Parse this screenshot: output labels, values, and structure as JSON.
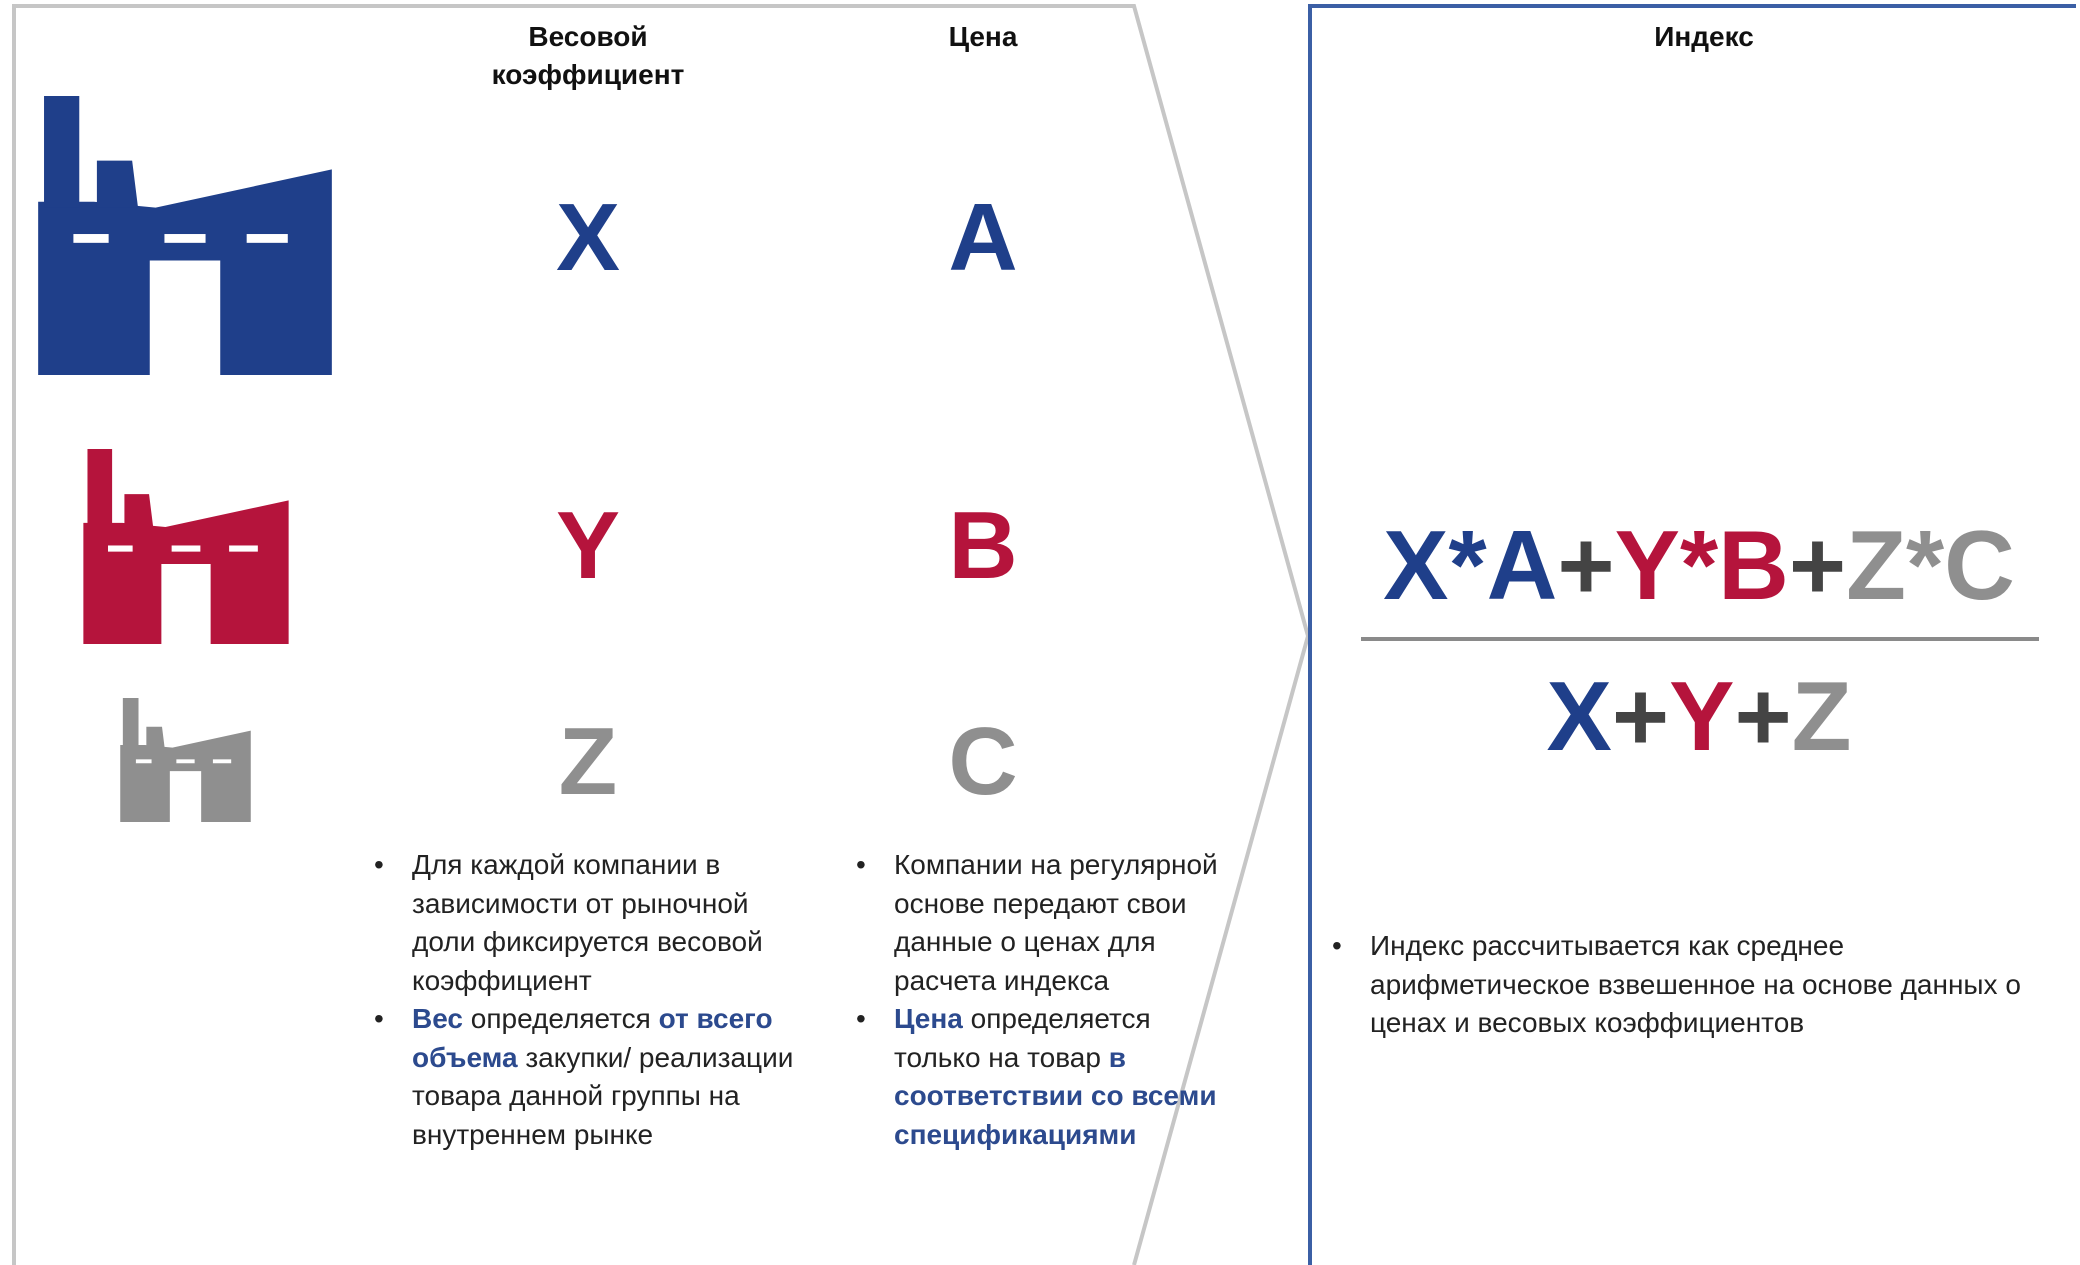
{
  "columns": {
    "weight_header": "Весовой коэффициент",
    "price_header": "Цена",
    "index_header": "Индекс"
  },
  "rows": [
    {
      "weight": "X",
      "price": "A",
      "color": "#1f3f8a",
      "icon": "factory-icon"
    },
    {
      "weight": "Y",
      "price": "B",
      "color": "#b5143c",
      "icon": "factory-icon"
    },
    {
      "weight": "Z",
      "price": "C",
      "color": "#8f8f8f",
      "icon": "factory-icon"
    }
  ],
  "formula": {
    "numerator": [
      {
        "t": "X",
        "c": "blue"
      },
      {
        "t": "*",
        "c": "blue"
      },
      {
        "t": "A",
        "c": "blue"
      },
      {
        "t": "+",
        "c": "dark"
      },
      {
        "t": "Y",
        "c": "red"
      },
      {
        "t": "*",
        "c": "red"
      },
      {
        "t": "B",
        "c": "red"
      },
      {
        "t": "+",
        "c": "dark"
      },
      {
        "t": "Z",
        "c": "gray"
      },
      {
        "t": "*",
        "c": "gray"
      },
      {
        "t": "C",
        "c": "gray"
      }
    ],
    "denominator": [
      {
        "t": "X",
        "c": "blue"
      },
      {
        "t": "+",
        "c": "dark"
      },
      {
        "t": "Y",
        "c": "red"
      },
      {
        "t": "+",
        "c": "dark"
      },
      {
        "t": "Z",
        "c": "gray"
      }
    ]
  },
  "weight_notes": [
    [
      {
        "t": "Для каждой компании в зависимости от рыночной доли фиксируется весовой коэффициент",
        "hl": false
      }
    ],
    [
      {
        "t": "Вес",
        "hl": true
      },
      {
        "t": " определяется ",
        "hl": false
      },
      {
        "t": "от всего объема",
        "hl": true
      },
      {
        "t": " закупки/ реализации товара данной группы на внутреннем рынке",
        "hl": false
      }
    ]
  ],
  "price_notes": [
    [
      {
        "t": "Компании на регулярной основе передают свои данные о ценах для расчета индекса",
        "hl": false
      }
    ],
    [
      {
        "t": "Цена",
        "hl": true
      },
      {
        "t": " определяется только на товар ",
        "hl": false
      },
      {
        "t": "в соответствии со всеми спецификациями",
        "hl": true
      }
    ]
  ],
  "index_notes": [
    [
      {
        "t": "Индекс рассчитывается как среднее арифметическое взвешенное на основе данных о ценах и весовых коэффициентов",
        "hl": false
      }
    ]
  ],
  "colors": {
    "blue": "#1f3f8a",
    "red": "#b5143c",
    "gray": "#8f8f8f",
    "index_border": "#3b5fa5",
    "chevron_border": "#c6c6c6"
  }
}
